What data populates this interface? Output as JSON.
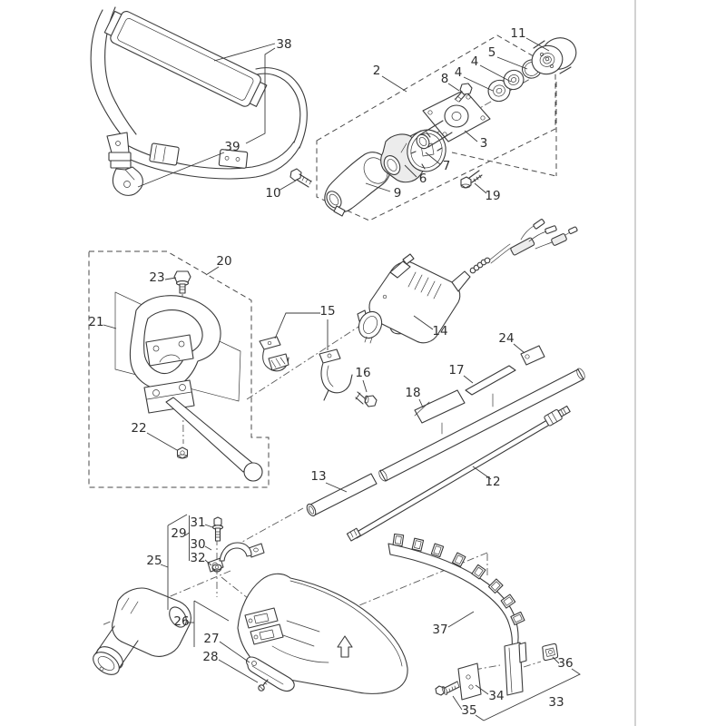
{
  "diagram": {
    "kind": "exploded-parts-diagram",
    "colors": {
      "background": "#ffffff",
      "line": "#3a3a3a",
      "label": "#2e2e2e",
      "divider": "#b5b5b5"
    },
    "callouts": [
      {
        "num": "38"
      },
      {
        "num": "39"
      },
      {
        "num": "10"
      },
      {
        "num": "2"
      },
      {
        "num": "8"
      },
      {
        "num": "4"
      },
      {
        "num": "4"
      },
      {
        "num": "5"
      },
      {
        "num": "11"
      },
      {
        "num": "3"
      },
      {
        "num": "7"
      },
      {
        "num": "6"
      },
      {
        "num": "9"
      },
      {
        "num": "19"
      },
      {
        "num": "20"
      },
      {
        "num": "23"
      },
      {
        "num": "21"
      },
      {
        "num": "22"
      },
      {
        "num": "15"
      },
      {
        "num": "16"
      },
      {
        "num": "14"
      },
      {
        "num": "24"
      },
      {
        "num": "17"
      },
      {
        "num": "18"
      },
      {
        "num": "13"
      },
      {
        "num": "12"
      },
      {
        "num": "25"
      },
      {
        "num": "29"
      },
      {
        "num": "31"
      },
      {
        "num": "30"
      },
      {
        "num": "32"
      },
      {
        "num": "26"
      },
      {
        "num": "27"
      },
      {
        "num": "28"
      },
      {
        "num": "37"
      },
      {
        "num": "36"
      },
      {
        "num": "34"
      },
      {
        "num": "35"
      },
      {
        "num": "33"
      }
    ]
  }
}
